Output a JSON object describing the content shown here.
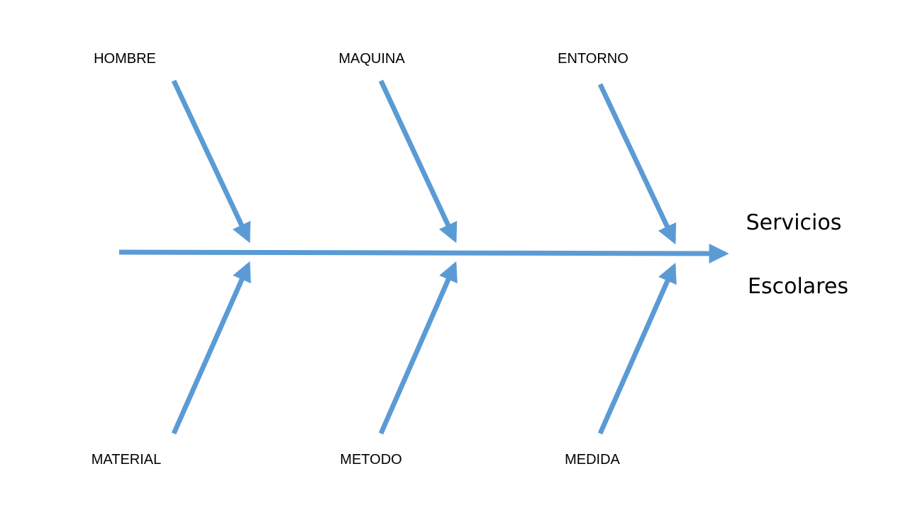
{
  "diagram": {
    "line_color": "#5b9bd5",
    "text_color": "#000000",
    "background": "#ffffff",
    "effect": {
      "line1": "Servicios",
      "line2": "Escolares"
    },
    "categories": {
      "top": [
        "HOMBRE",
        "MAQUINA",
        "ENTORNO"
      ],
      "bottom": [
        "MATERIAL",
        "METODO",
        "MEDIDA"
      ]
    }
  }
}
